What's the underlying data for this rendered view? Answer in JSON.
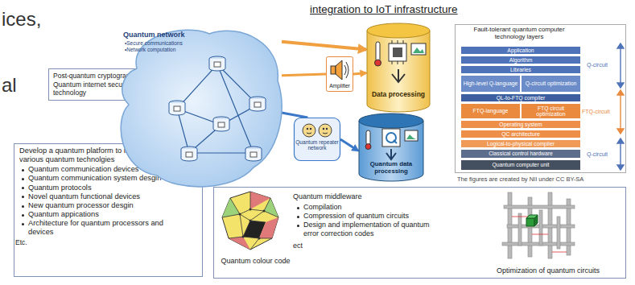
{
  "diagram": {
    "title": "integration to IoT infrastructure",
    "nodes": [
      {
        "text": [
          "Post-quantum cryptography Quantum internet security technology"
        ]
      },
      {
        "text": [
          "Develop a quantum platform to integrate various quantum technolgies",
          "Quantum communication devices",
          "Quantum communication system desgin",
          "Quantum protocols",
          "Novel quantum functional devices",
          "New quantum processor desgin",
          "Quantum appications",
          "Architecture for quantum processors and devices",
          "Etc."
        ]
      },
      {
        "text": [
          "Quantum network",
          "•Secure communications",
          "•Network computation"
        ]
      },
      {
        "text": [
          "Amplifier"
        ]
      },
      {
        "text": [
          "Data processing"
        ]
      },
      {
        "text": [
          "Quantum repeater network"
        ]
      },
      {
        "text": [
          "Quantum data processing"
        ]
      },
      {
        "text": [
          "Fault-tolerant quantum computer technology layers"
        ]
      },
      {
        "text": [
          "Application"
        ],
        "in": 7
      },
      {
        "text": [
          "Algorithm"
        ],
        "in": 7
      },
      {
        "text": [
          "Libraries"
        ],
        "in": 7
      },
      {
        "text": [
          "High-level Q-language"
        ],
        "in": 7
      },
      {
        "text": [
          "Q-circuit optimization"
        ],
        "in": 7
      },
      {
        "text": [
          "QL-to-FTQ compiler"
        ],
        "in": 7
      },
      {
        "text": [
          "FTQ-language"
        ],
        "in": 7
      },
      {
        "text": [
          "FTQ circuit optimization"
        ],
        "in": 7
      },
      {
        "text": [
          "Operating system"
        ],
        "in": 7
      },
      {
        "text": [
          "QC architecture"
        ],
        "in": 7
      },
      {
        "text": [
          "Logical-to-physical compiler"
        ],
        "in": 7
      },
      {
        "text": [
          "Classical control hardware"
        ],
        "in": 7
      },
      {
        "text": [
          "Quantum computer unit"
        ],
        "in": 7
      },
      {
        "text": [
          "Quantum middleware",
          "Compilation",
          "Compression of quantum circuits",
          "Design and implementation of quantum error correction codes",
          "ect",
          "Quantum colour code",
          "Optimization of quantum circuits"
        ]
      }
    ],
    "edges": [
      {
        "from": 2,
        "to": 3,
        "arrow": "none"
      },
      {
        "from": 3,
        "to": 4,
        "arrow": "to"
      },
      {
        "from": 2,
        "to": 4,
        "arrow": "to"
      },
      {
        "from": 2,
        "to": 5,
        "arrow": "none"
      },
      {
        "from": 5,
        "to": 6,
        "arrow": "to"
      },
      {
        "from": 0,
        "to": 2,
        "arrow": "none"
      },
      {
        "from": 1,
        "to": 2,
        "arrow": "none"
      }
    ],
    "labels": [
      "ices,",
      "al",
      "Q-circuit",
      "FTQ-circuit",
      "Q-circuit",
      "The figures are created by NII under CC BY-SA"
    ]
  }
}
